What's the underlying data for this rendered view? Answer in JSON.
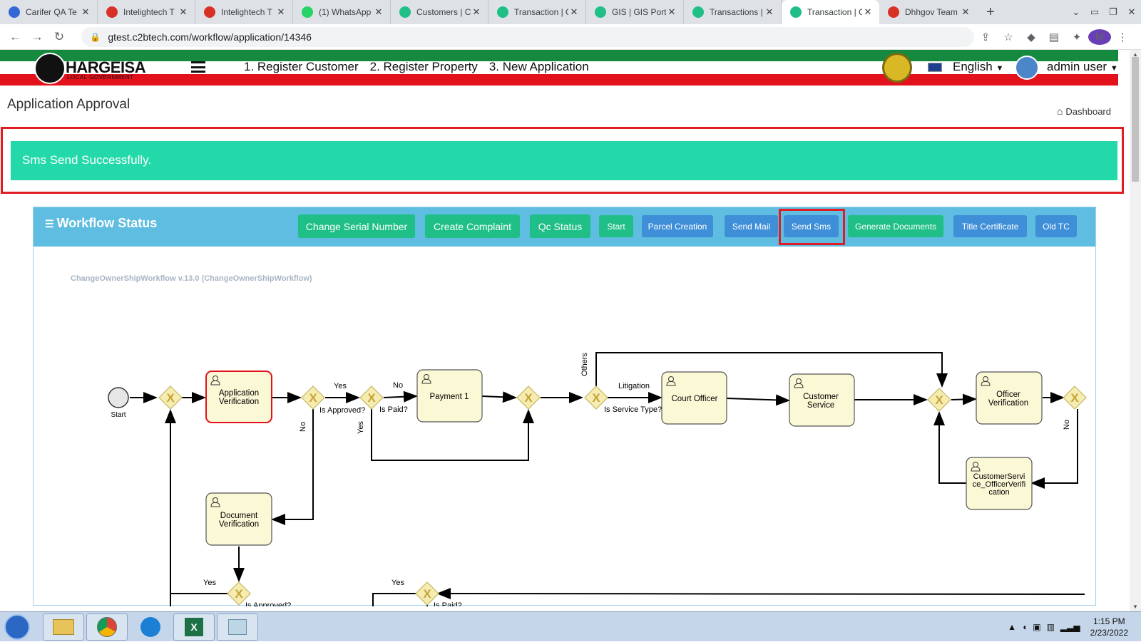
{
  "browser": {
    "tabs": [
      {
        "title": "Carifer QA Te",
        "icon": "carifer-icon",
        "color": "#3367d6",
        "active": false
      },
      {
        "title": "Intelightech T",
        "icon": "intelightech-icon",
        "color": "#d93025",
        "active": false
      },
      {
        "title": "Intelightech T",
        "icon": "intelightech-icon",
        "color": "#d93025",
        "active": false
      },
      {
        "title": "(1) WhatsApp",
        "icon": "whatsapp-icon",
        "color": "#25d366",
        "active": false
      },
      {
        "title": "Customers | C",
        "icon": "app-icon",
        "color": "#1fbf87",
        "active": false
      },
      {
        "title": "Transaction | C",
        "icon": "app-icon",
        "color": "#1fbf87",
        "active": false
      },
      {
        "title": "GIS | GIS Port",
        "icon": "app-icon",
        "color": "#1fbf87",
        "active": false
      },
      {
        "title": "Transactions |",
        "icon": "app-icon",
        "color": "#1fbf87",
        "active": false
      },
      {
        "title": "Transaction | C",
        "icon": "app-icon",
        "color": "#1fbf87",
        "active": true
      },
      {
        "title": "Dhhgov Team",
        "icon": "dhhgov-icon",
        "color": "#d93025",
        "active": false
      }
    ],
    "url": "gtest.c2btech.com/workflow/application/14346",
    "profile_initial": "M"
  },
  "header": {
    "logo_text": "HARGEISA",
    "logo_sub": "LOCAL GOVERNMENT",
    "nav": [
      "1. Register Customer",
      "2. Register Property",
      "3. New Application"
    ],
    "language": "English",
    "user": "admin user"
  },
  "page": {
    "title": "Application Approval",
    "breadcrumb": "Dashboard"
  },
  "alert": {
    "message": "Sms Send Successfully."
  },
  "workflow": {
    "title": "Workflow Status",
    "buttons": {
      "change_serial": "Change Serial Number",
      "create_complaint": "Create Complaint",
      "qc_status": "Qc Status",
      "start": "Start",
      "parcel_creation": "Parcel Creation",
      "send_mail": "Send Mail",
      "send_sms": "Send Sms",
      "generate_documents": "Generate Documents",
      "title_certificate": "Title Certificate",
      "old_tc": "Old TC"
    },
    "diagram_title": "ChangeOwnerShipWorkflow v.13.0 (ChangeOwnerShipWorkflow)"
  },
  "diagram": {
    "start": "Start",
    "tasks": {
      "application_verification": [
        "Application",
        "Verification"
      ],
      "payment": [
        "Payment 1"
      ],
      "court_officer": [
        "Court Officer"
      ],
      "customer_service": [
        "Customer",
        "Service"
      ],
      "officer_verification": [
        "Officer",
        "Verification"
      ],
      "customerservice_officer": [
        "CustomerServi",
        "ce_OfficerVerifi",
        "cation"
      ],
      "document_verification": [
        "Document",
        "Verification"
      ]
    },
    "labels": {
      "is_approved": "Is Approved?",
      "is_paid": "Is Paid?",
      "is_service_type": "Is Service Type?",
      "yes": "Yes",
      "no": "No",
      "others": "Others",
      "litigation": "Litigation"
    }
  },
  "taskbar": {
    "time": "1:15 PM",
    "date": "2/23/2022"
  }
}
